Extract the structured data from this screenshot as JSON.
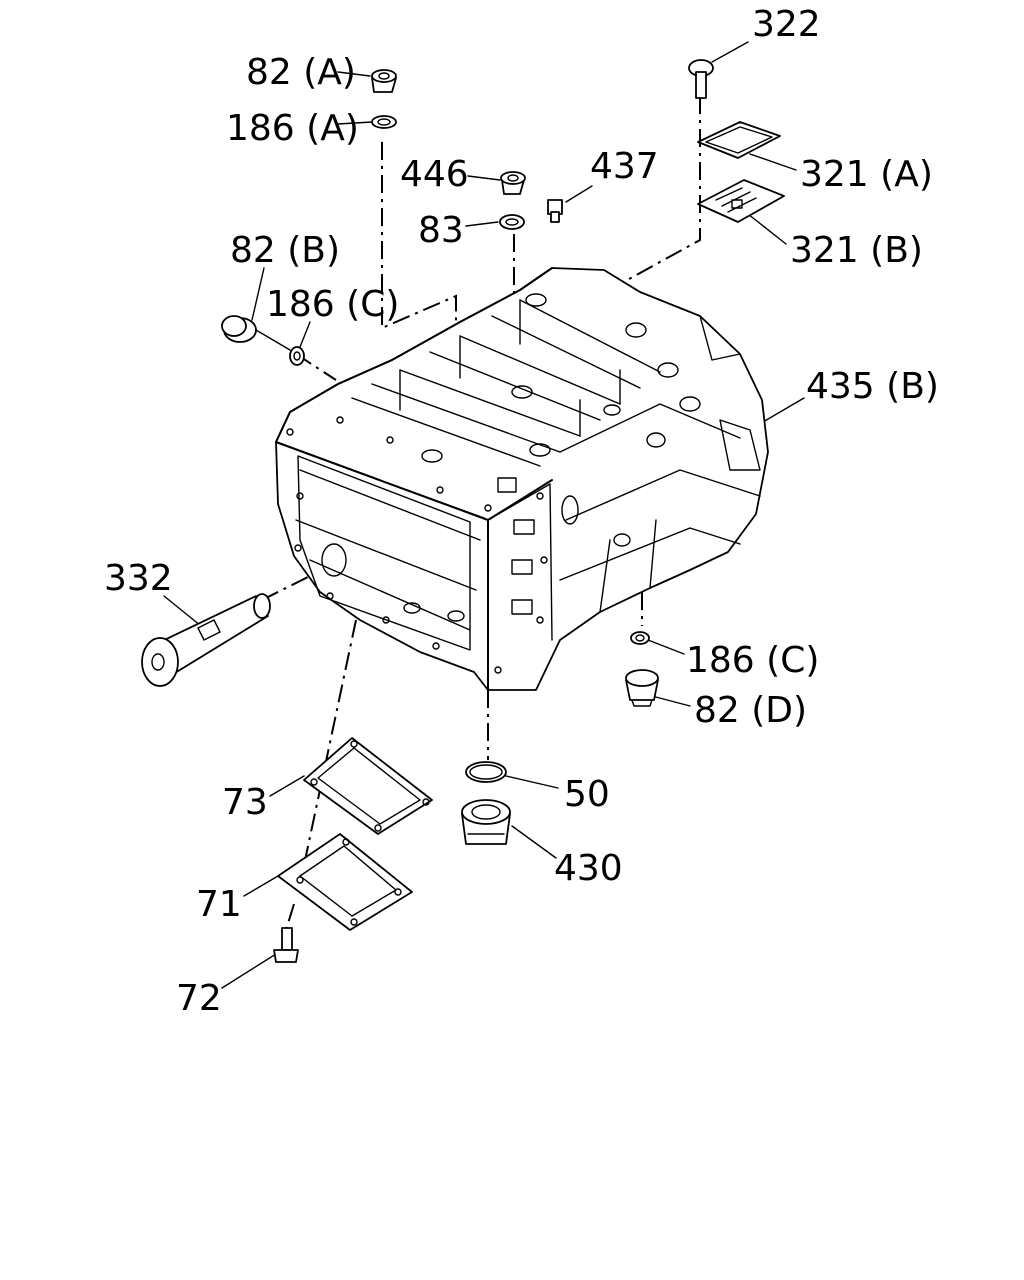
{
  "callouts": {
    "c322": "322",
    "c82a": "82 (A)",
    "c186a": "186 (A)",
    "c446": "446",
    "c437": "437",
    "c83": "83",
    "c321a": "321 (A)",
    "c82b": "82 (B)",
    "c186c_top": "186 (C)",
    "c321b": "321 (B)",
    "c435b": "435 (B)",
    "c332": "332",
    "c186c_bottom": "186 (C)",
    "c82d": "82 (D)",
    "c73": "73",
    "c50": "50",
    "c71": "71",
    "c430": "430",
    "c72": "72"
  }
}
